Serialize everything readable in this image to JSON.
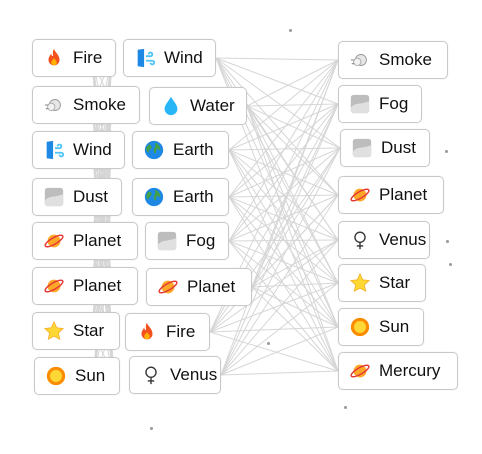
{
  "left_column_a": [
    {
      "label": "Fire",
      "icon": "fire-icon"
    },
    {
      "label": "Smoke",
      "icon": "smoke-icon"
    },
    {
      "label": "Wind",
      "icon": "wind-icon"
    },
    {
      "label": "Dust",
      "icon": "dust-icon"
    },
    {
      "label": "Planet",
      "icon": "planet-icon"
    },
    {
      "label": "Planet",
      "icon": "planet-icon"
    },
    {
      "label": "Star",
      "icon": "star-icon"
    },
    {
      "label": "Sun",
      "icon": "sun-icon"
    }
  ],
  "left_column_b": [
    {
      "label": "Wind",
      "icon": "wind-icon"
    },
    {
      "label": "Water",
      "icon": "water-icon"
    },
    {
      "label": "Earth",
      "icon": "earth-icon"
    },
    {
      "label": "Earth",
      "icon": "earth-icon"
    },
    {
      "label": "Fog",
      "icon": "fog-icon"
    },
    {
      "label": "Planet",
      "icon": "planet-icon"
    },
    {
      "label": "Fire",
      "icon": "fire-icon"
    },
    {
      "label": "Venus",
      "icon": "venus-symbol-icon"
    }
  ],
  "results": [
    {
      "label": "Smoke",
      "icon": "smoke-icon"
    },
    {
      "label": "Fog",
      "icon": "fog-icon"
    },
    {
      "label": "Dust",
      "icon": "dust-icon"
    },
    {
      "label": "Planet",
      "icon": "planet-icon"
    },
    {
      "label": "Venus",
      "icon": "venus-symbol-icon"
    },
    {
      "label": "Star",
      "icon": "star-icon"
    },
    {
      "label": "Sun",
      "icon": "sun-icon"
    },
    {
      "label": "Mercury",
      "icon": "planet-icon"
    }
  ],
  "colors": {
    "tile_border": "#c8c8c8",
    "connector_line": "#d6d6d6",
    "text": "#111111"
  }
}
